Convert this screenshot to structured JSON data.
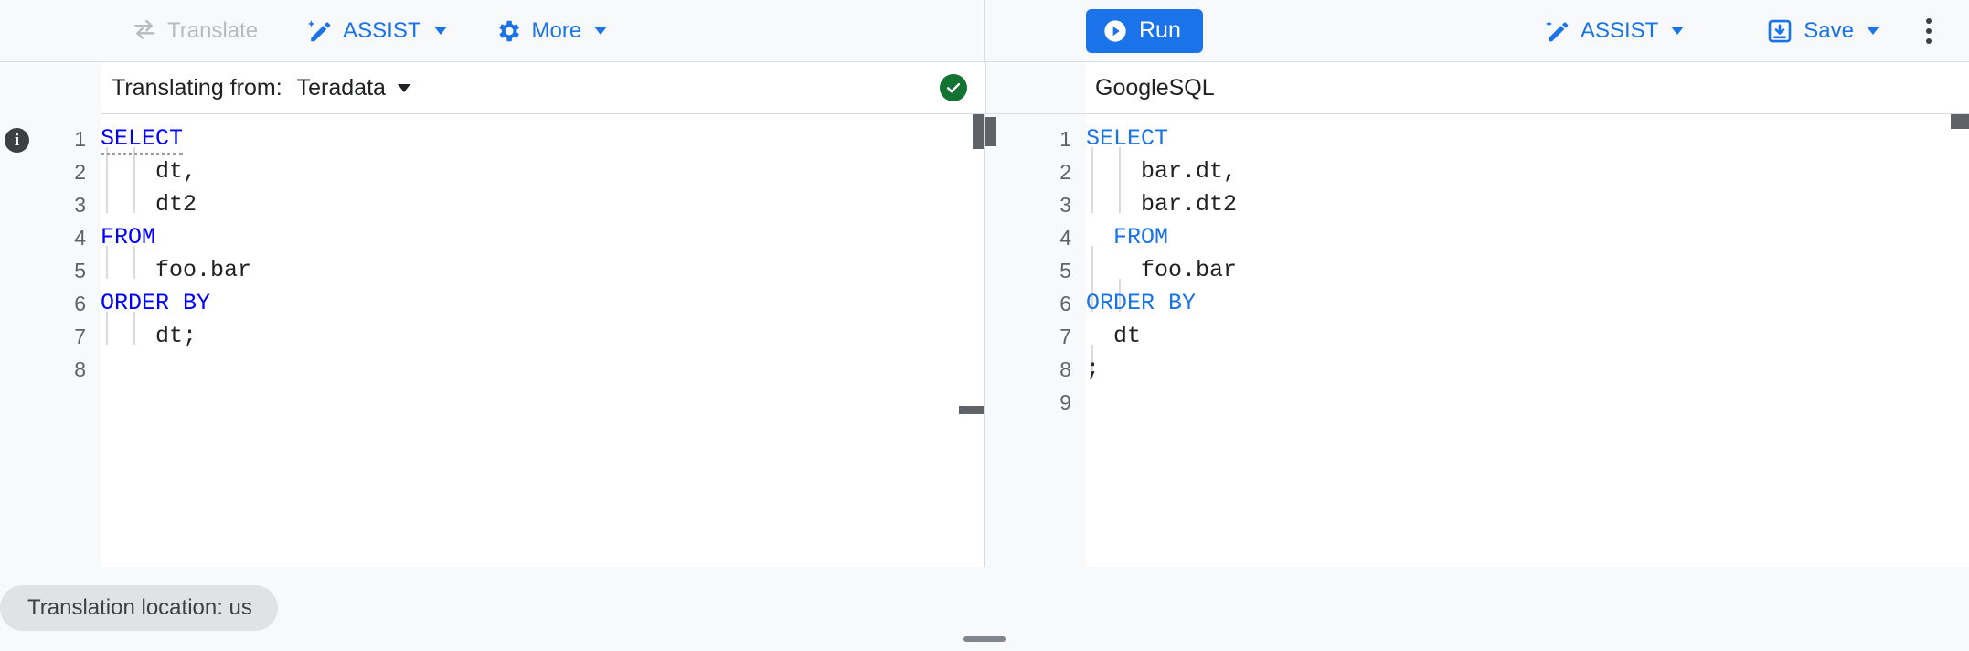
{
  "toolbar": {
    "left": [
      {
        "icon": "translate-icon",
        "label": "Translate",
        "disabled": true,
        "caret": false
      },
      {
        "icon": "assist-magic-pencil-icon",
        "label": "ASSIST",
        "disabled": false,
        "caret": true
      },
      {
        "icon": "gear-icon",
        "label": "More",
        "disabled": false,
        "caret": true
      }
    ],
    "run_label": "Run",
    "run_icon": "play-circle-icon",
    "assist_label": "ASSIST",
    "assist_icon": "assist-magic-pencil-icon",
    "save_label": "Save",
    "save_icon": "save-download-icon",
    "overflow_icon": "more-vert-icon",
    "accent_color": "#1a73e8",
    "disabled_color": "#b6bbc0"
  },
  "source_panel": {
    "translating_from_label": "Translating from:",
    "dialect": "Teradata",
    "status_icon": "check-circle-icon",
    "status_color": "#137333",
    "info_icon": "info-icon",
    "keyword_color": "#0000ff",
    "lines": [
      {
        "n": "1",
        "text": "SELECT",
        "kind": "keyword-squiggly"
      },
      {
        "n": "2",
        "text": "    dt,",
        "kind": "plain"
      },
      {
        "n": "3",
        "text": "    dt2",
        "kind": "plain"
      },
      {
        "n": "4",
        "text": "FROM",
        "kind": "keyword"
      },
      {
        "n": "5",
        "text": "    foo.bar",
        "kind": "plain"
      },
      {
        "n": "6",
        "text": "ORDER BY",
        "kind": "keyword"
      },
      {
        "n": "7",
        "text": "    dt;",
        "kind": "plain"
      },
      {
        "n": "8",
        "text": "",
        "kind": "plain"
      }
    ]
  },
  "target_panel": {
    "dialect": "GoogleSQL",
    "fab_icon": "magic-pencil-icon",
    "keyword_color": "#1a73e8",
    "lines": [
      {
        "n": "1",
        "text": "SELECT",
        "kind": "keyword"
      },
      {
        "n": "2",
        "text": "    bar.dt,",
        "kind": "plain"
      },
      {
        "n": "3",
        "text": "    bar.dt2",
        "kind": "plain"
      },
      {
        "n": "4",
        "text": "  FROM",
        "kind": "keyword"
      },
      {
        "n": "5",
        "text": "    foo.bar",
        "kind": "plain"
      },
      {
        "n": "6",
        "text": "ORDER BY",
        "kind": "keyword"
      },
      {
        "n": "7",
        "text": "  dt",
        "kind": "plain"
      },
      {
        "n": "8",
        "text": ";",
        "kind": "plain"
      },
      {
        "n": "9",
        "text": "",
        "kind": "plain"
      }
    ]
  },
  "footer": {
    "translation_location": "Translation location: us",
    "drag_handle": "panel-resize-handle"
  }
}
